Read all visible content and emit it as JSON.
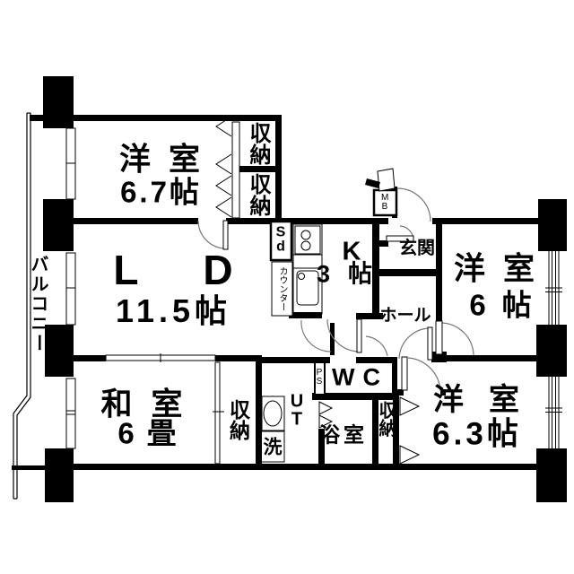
{
  "floorplan": {
    "balcony": {
      "label": "バルコニー"
    },
    "rooms": {
      "western1": {
        "label": "洋室",
        "size": "6.7帖"
      },
      "living": {
        "label": "LD",
        "size": "11.5帖"
      },
      "kitchen": {
        "label": "K",
        "size": "3帖"
      },
      "japanese": {
        "label": "和室",
        "size": "6畳"
      },
      "western2": {
        "label": "洋室",
        "size": "6帖"
      },
      "western3": {
        "label": "洋室",
        "size": "6.3帖"
      },
      "bathroom": {
        "label": "浴室"
      },
      "toilet": {
        "label": "WC"
      },
      "utility": {
        "label": "UT"
      },
      "hall": {
        "label": "ホール"
      },
      "entrance": {
        "label": "玄関"
      }
    },
    "storage": {
      "closet_top1": "収納",
      "closet_top2": "収納",
      "closet_japanese": "収納",
      "closet_western3": "収納"
    },
    "fixtures": {
      "sink_unit": "Sd",
      "counter": "カウンター",
      "washer": "洗",
      "meter_box": "MB",
      "pipe_shaft": "PS"
    }
  }
}
